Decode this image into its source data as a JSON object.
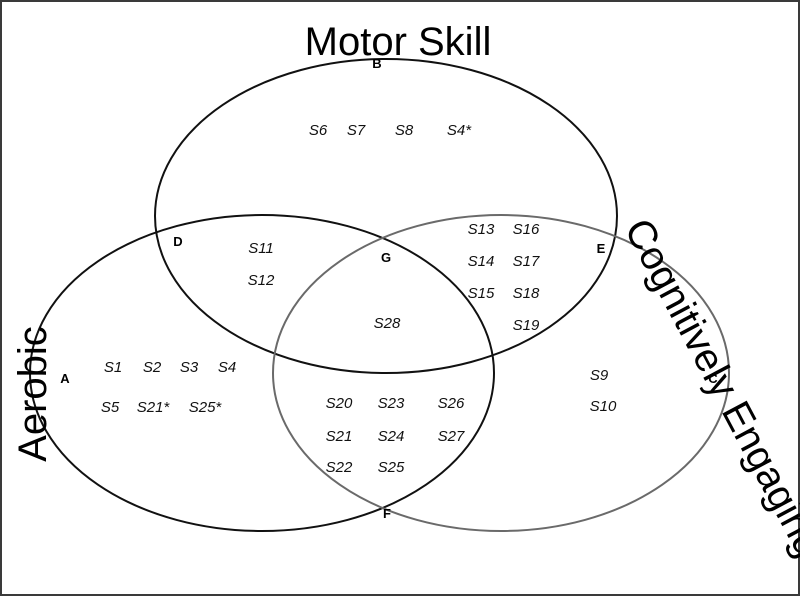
{
  "colors": {
    "background": "#ffffff",
    "frame": "#3a3a3a",
    "ring_motor": "#111111",
    "ring_aerobic": "#111111",
    "ring_cognitive": "#6a6a6a",
    "text": "#000000"
  },
  "sets": {
    "motor": "Motor Skill",
    "aerobic": "Aerobic",
    "cognitive": "Cognitively Engaging"
  },
  "regions": {
    "A": {
      "label": "A",
      "studies": [
        "S1",
        "S2",
        "S3",
        "S4",
        "S5",
        "S21*",
        "S25*"
      ]
    },
    "B": {
      "label": "B",
      "studies": [
        "S6",
        "S7",
        "S8",
        "S4*"
      ]
    },
    "C": {
      "label": "C",
      "studies": [
        "S9",
        "S10"
      ]
    },
    "D": {
      "label": "D",
      "studies": [
        "S11",
        "S12"
      ]
    },
    "E": {
      "label": "E",
      "studies": [
        "S13",
        "S16",
        "S14",
        "S17",
        "S15",
        "S18",
        "S19"
      ]
    },
    "F": {
      "label": "F",
      "studies": [
        "S20",
        "S23",
        "S26",
        "S21",
        "S24",
        "S27",
        "S22",
        "S25"
      ]
    },
    "G": {
      "label": "G",
      "studies": [
        "S28"
      ]
    }
  }
}
